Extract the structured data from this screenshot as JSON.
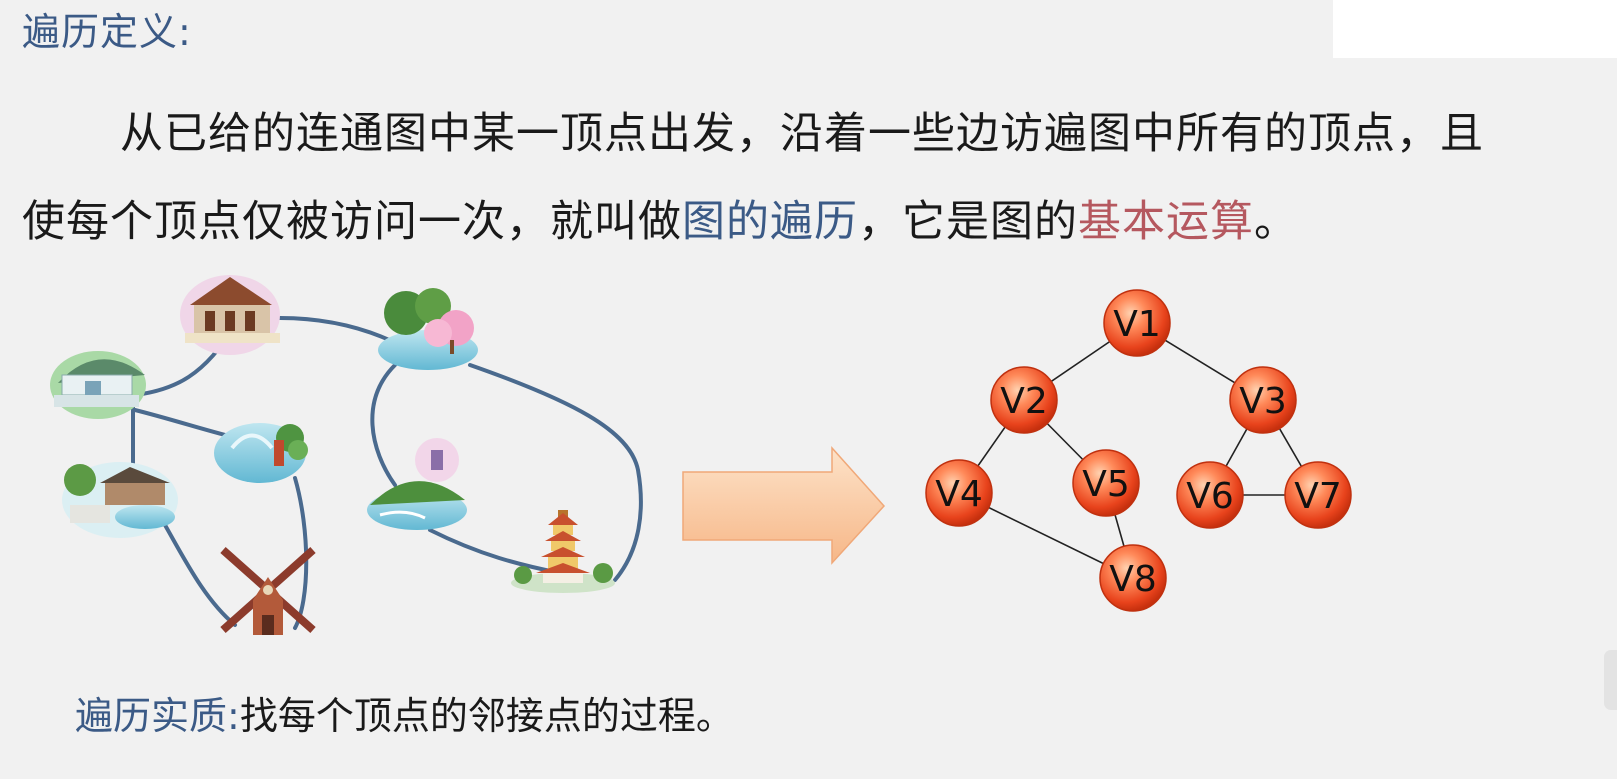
{
  "title": "遍历定义:",
  "definition": {
    "line1": "从已给的连通图中某一顶点出发，沿着一些边访遍图中所有的顶点，且",
    "line2_a": "使每个顶点仅被访问一次，就叫做",
    "line2_blue": "图的遍历",
    "line2_b": "，它是图的",
    "line2_red": "基本运算",
    "line2_c": "。"
  },
  "graph": {
    "nodes": [
      "V1",
      "V2",
      "V3",
      "V4",
      "V5",
      "V6",
      "V7",
      "V8"
    ],
    "edges": [
      [
        "V1",
        "V2"
      ],
      [
        "V1",
        "V3"
      ],
      [
        "V2",
        "V4"
      ],
      [
        "V2",
        "V5"
      ],
      [
        "V3",
        "V6"
      ],
      [
        "V3",
        "V7"
      ],
      [
        "V6",
        "V7"
      ],
      [
        "V4",
        "V8"
      ],
      [
        "V5",
        "V8"
      ]
    ]
  },
  "essence": {
    "label": "遍历实质:",
    "text": "找每个顶点的邻接点的过程。"
  },
  "colors": {
    "accent_blue": "#3b5a86",
    "accent_red": "#b5585f",
    "node_fill": "#e84a24",
    "arrow_fill": "#f9c9a3",
    "route_line": "#4a6a8e"
  },
  "scene": {
    "landmark_icons": [
      "museum-icon",
      "pavilion-icon",
      "garden-icon",
      "fountain-icon",
      "ancient-house-icon",
      "hill-temple-icon",
      "windmill-icon",
      "pagoda-icon"
    ]
  }
}
